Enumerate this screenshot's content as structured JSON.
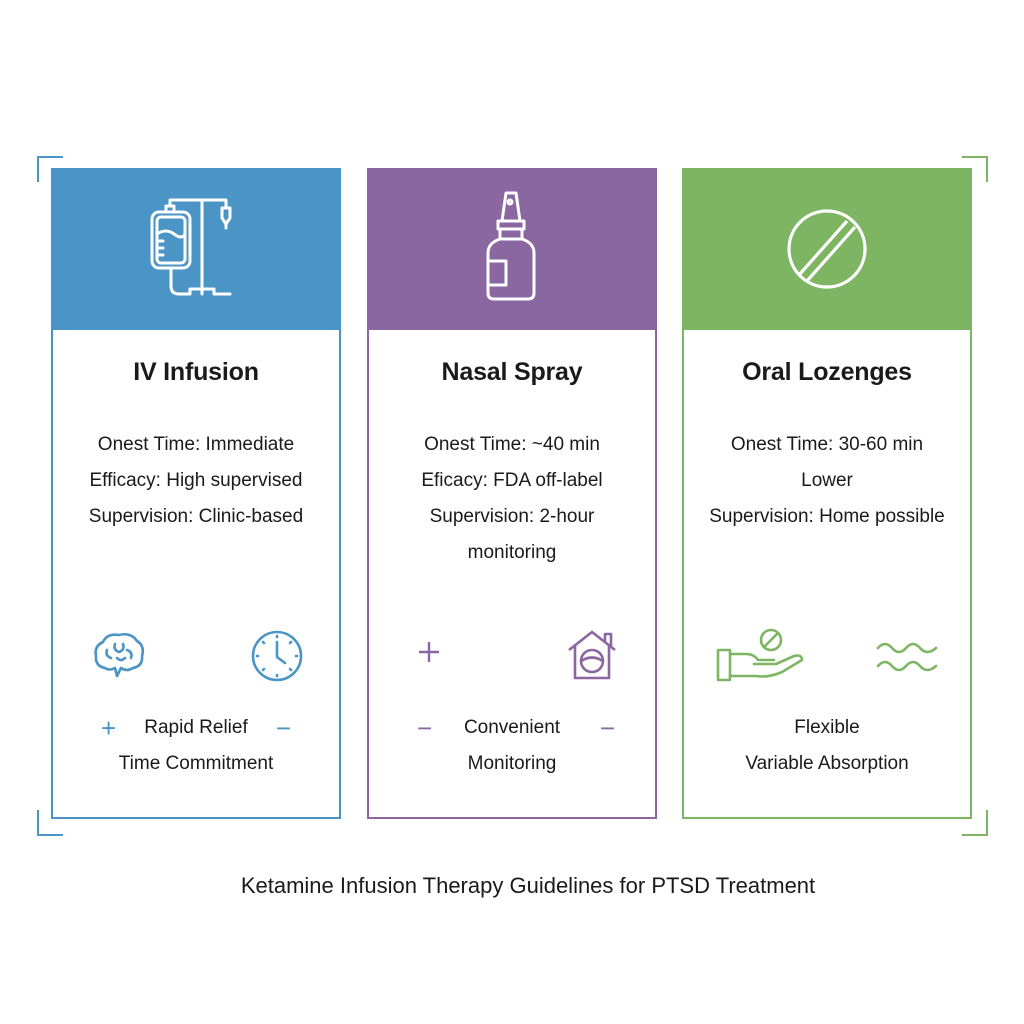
{
  "colors": {
    "iv": "#4a94c6",
    "nasal": "#8a67a0",
    "oral": "#7db562"
  },
  "cards": [
    {
      "title": "IV Infusion",
      "header_icon": "iv-drip-icon",
      "details": [
        "Onest Time: Immediate",
        "Efficacy: High supervised",
        "Supervision: Clinic-based"
      ],
      "icons": [
        "brain-icon",
        "clock-icon"
      ],
      "pro_symbol": "+",
      "con_symbol": "−",
      "tag_lines": [
        "Rapid Relief",
        "Time Commitment"
      ]
    },
    {
      "title": "Nasal Spray",
      "header_icon": "nasal-spray-bottle-icon",
      "details": [
        "Onest Time: ~40 min",
        "Eficacy: FDA off-label",
        "Supervision: 2-hour",
        "monitoring"
      ],
      "icons": [
        "plus-icon",
        "home-monitor-icon"
      ],
      "pro_symbol": "−",
      "con_symbol": "−",
      "tag_lines": [
        "Convenient",
        "Monitoring"
      ]
    },
    {
      "title": "Oral Lozenges",
      "header_icon": "pill-icon",
      "details": [
        "Onest Time: 30-60 min",
        "Lower",
        "Supervision: Home possible"
      ],
      "icons": [
        "hand-pill-icon",
        "waves-icon"
      ],
      "tag_lines": [
        "Flexible",
        "Variable Absorption"
      ]
    }
  ],
  "caption": "Ketamine Infusion Therapy Guidelines for PTSD Treatment"
}
